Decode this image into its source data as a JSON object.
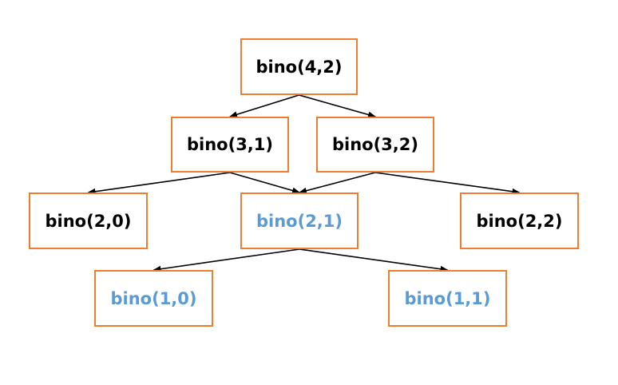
{
  "diagram": {
    "nodes": [
      {
        "id": "n-4-2",
        "label": "bino(4,2)",
        "style": "normal"
      },
      {
        "id": "n-3-1",
        "label": "bino(3,1)",
        "style": "normal"
      },
      {
        "id": "n-3-2",
        "label": "bino(3,2)",
        "style": "normal"
      },
      {
        "id": "n-2-0",
        "label": "bino(2,0)",
        "style": "normal"
      },
      {
        "id": "n-2-1",
        "label": "bino(2,1)",
        "style": "repeat"
      },
      {
        "id": "n-2-2",
        "label": "bino(2,2)",
        "style": "normal"
      },
      {
        "id": "n-1-0",
        "label": "bino(1,0)",
        "style": "repeat"
      },
      {
        "id": "n-1-1",
        "label": "bino(1,1)",
        "style": "repeat"
      }
    ],
    "edges": [
      {
        "from": "n-4-2",
        "to": "n-3-1"
      },
      {
        "from": "n-4-2",
        "to": "n-3-2"
      },
      {
        "from": "n-3-1",
        "to": "n-2-0"
      },
      {
        "from": "n-3-1",
        "to": "n-2-1"
      },
      {
        "from": "n-3-2",
        "to": "n-2-1"
      },
      {
        "from": "n-3-2",
        "to": "n-2-2"
      },
      {
        "from": "n-2-1",
        "to": "n-1-0"
      },
      {
        "from": "n-2-1",
        "to": "n-1-1"
      }
    ]
  },
  "colors": {
    "box_border": "#ED7D31",
    "text_normal": "#000000",
    "text_repeat": "#5B9BD5",
    "arrow": "#000000"
  }
}
